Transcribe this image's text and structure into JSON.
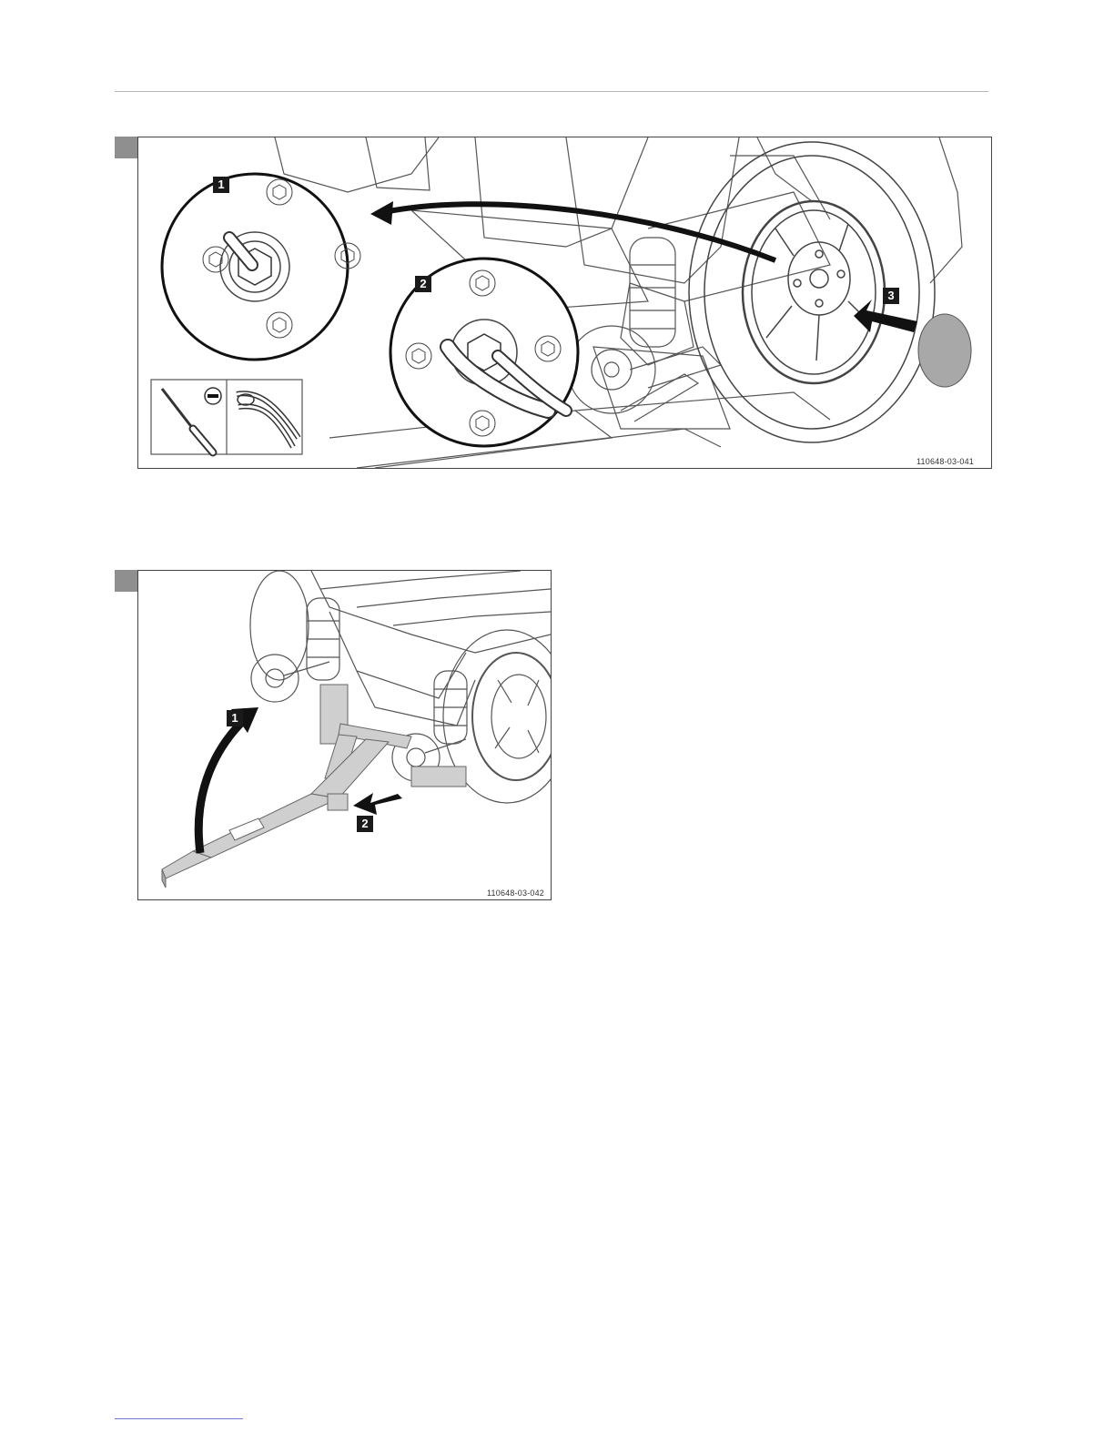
{
  "figures": [
    {
      "callouts": [
        "1",
        "2",
        "3"
      ],
      "image_id": "110648-03-041",
      "tools": [
        "screwdriver-icon",
        "pliers-icon",
        "minus-symbol"
      ]
    },
    {
      "callouts": [
        "1",
        "2"
      ],
      "image_id": "110648-03-042"
    }
  ],
  "colors": {
    "tab": "#8f8f8f",
    "callout_bg": "#1a1a1a",
    "line": "#444444",
    "hub_grey": "#a8a8a8"
  }
}
